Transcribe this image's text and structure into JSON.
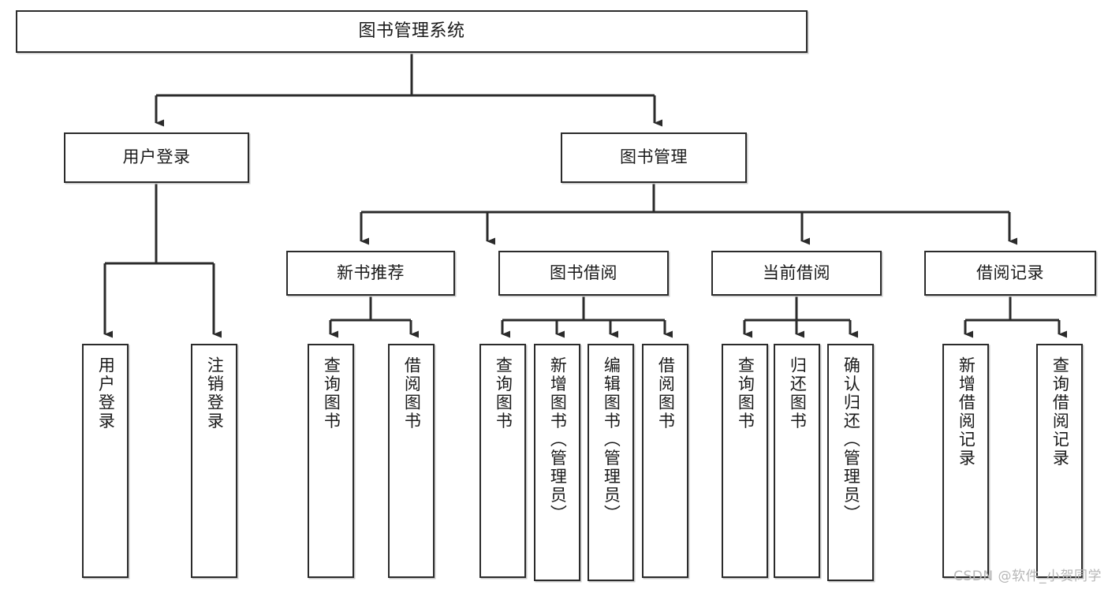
{
  "diagram": {
    "title": "图书管理系统",
    "type": "tree-hierarchy-diagram",
    "colors": {
      "box_border": "#2b2b2b",
      "box_fill": "#ffffff",
      "connector": "#2b2b2b",
      "watermark": "#b7b7b7",
      "background": "#ffffff"
    },
    "root": {
      "label": "图书管理系统"
    },
    "level2": [
      {
        "label": "用户登录"
      },
      {
        "label": "图书管理"
      }
    ],
    "level3": [
      {
        "label": "新书推荐"
      },
      {
        "label": "图书借阅"
      },
      {
        "label": "当前借阅"
      },
      {
        "label": "借阅记录"
      }
    ],
    "leaves": {
      "user_login": [
        {
          "label": "用户登录"
        },
        {
          "label": "注销登录"
        }
      ],
      "new_book_recommend": [
        {
          "label": "查询图书"
        },
        {
          "label": "借阅图书"
        }
      ],
      "book_borrow": [
        {
          "label": "查询图书"
        },
        {
          "label": "新增图书（管理员）"
        },
        {
          "label": "编辑图书（管理员）"
        },
        {
          "label": "借阅图书"
        }
      ],
      "current_borrow": [
        {
          "label": "查询图书"
        },
        {
          "label": "归还图书"
        },
        {
          "label": "确认归还（管理员）"
        }
      ],
      "borrow_record": [
        {
          "label": "新增借阅记录"
        },
        {
          "label": "查询借阅记录"
        }
      ]
    },
    "watermark": "CSDN @软件_小贺同学"
  }
}
